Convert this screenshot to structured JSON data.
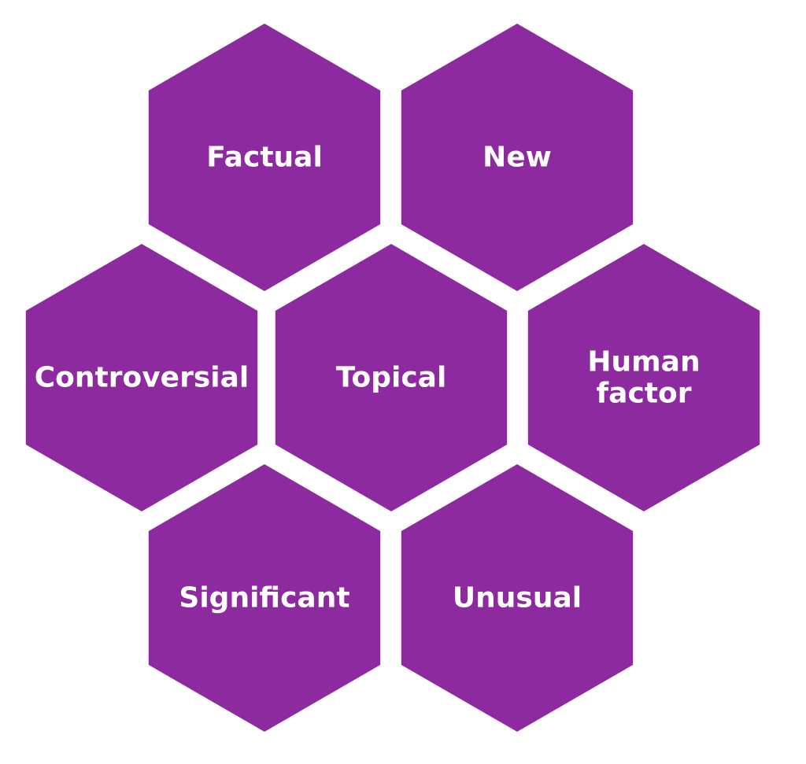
{
  "colors": {
    "hex_fill": "#8e2aa0",
    "label_text": "#ffffff",
    "background": "#ffffff"
  },
  "cells": [
    {
      "id": "factual",
      "lines": [
        "Factual"
      ]
    },
    {
      "id": "new",
      "lines": [
        "New"
      ]
    },
    {
      "id": "controversial",
      "lines": [
        "Controversial"
      ]
    },
    {
      "id": "topical",
      "lines": [
        "Topical"
      ]
    },
    {
      "id": "human-factor",
      "lines": [
        "Human",
        "factor"
      ]
    },
    {
      "id": "significant",
      "lines": [
        "Significant"
      ]
    },
    {
      "id": "unusual",
      "lines": [
        "Unusual"
      ]
    }
  ]
}
